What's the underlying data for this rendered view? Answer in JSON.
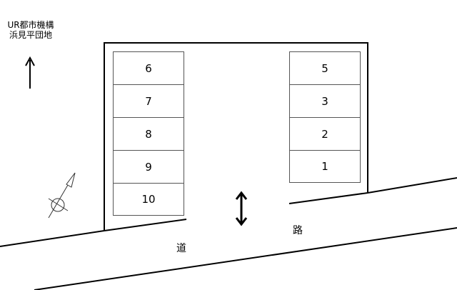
{
  "neighbor": {
    "line1": "UR都市機構",
    "line2": "浜見平団地"
  },
  "parking": {
    "left_column": [
      "6",
      "7",
      "8",
      "9",
      "10"
    ],
    "right_column": [
      "5",
      "3",
      "2",
      "1"
    ]
  },
  "road": {
    "char1": "道",
    "char2": "路"
  },
  "icons": {
    "north": "north-arrow-icon",
    "compass": "compass-icon",
    "entrance": "entrance-double-arrow-icon"
  },
  "colors": {
    "line": "#000000",
    "slot_border": "#555555",
    "background": "#ffffff"
  }
}
